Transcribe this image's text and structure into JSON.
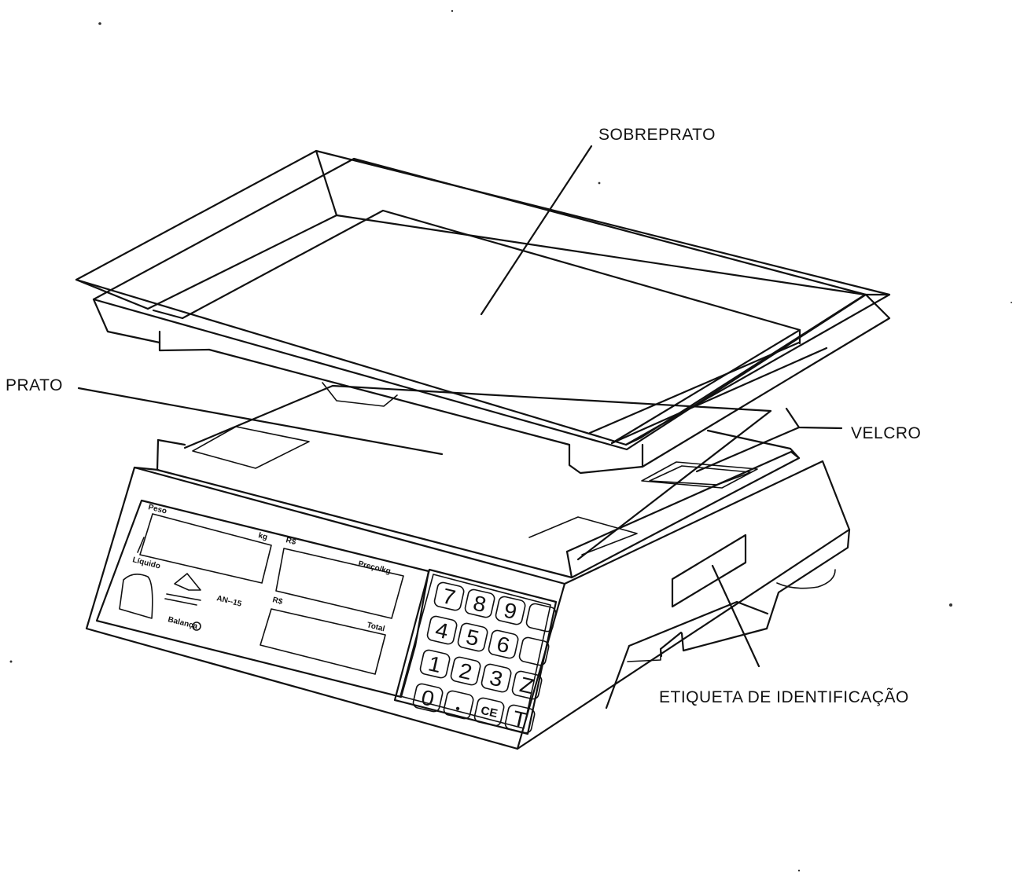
{
  "labels": {
    "sobreprato": "SOBREPRATO",
    "prato": "PRATO",
    "velcro": "VELCRO",
    "etiqueta": "ETIQUETA DE IDENTIFICAÇÃO"
  },
  "panel": {
    "weight_title": "Peso",
    "weight_unit": "kg",
    "liquid_label": "Líquido",
    "price_currency": "R$",
    "price_title": "Preço/kg",
    "total_currency": "R$",
    "total_title": "Total",
    "model": "AN--15",
    "power_label": "Balança"
  },
  "keypad": {
    "keys": [
      "7",
      "8",
      "9",
      "",
      "4",
      "5",
      "6",
      "",
      "1",
      "2",
      "3",
      "Z",
      "0",
      ".",
      "CE",
      "T"
    ]
  }
}
